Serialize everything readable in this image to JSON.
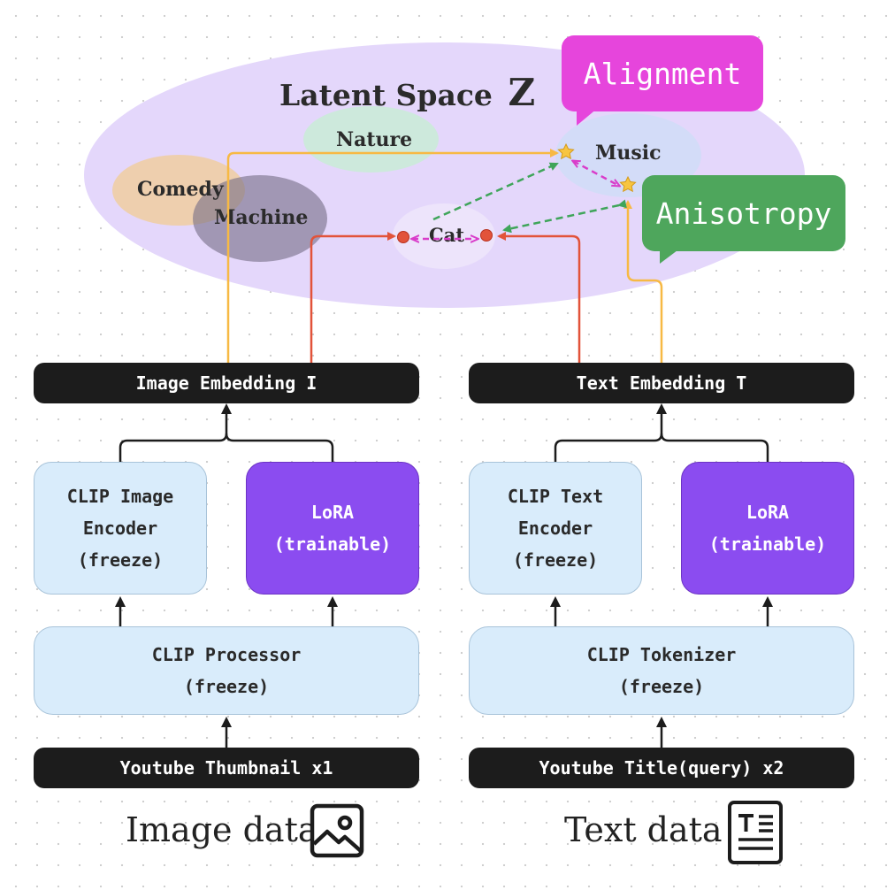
{
  "latent": {
    "title": "Latent Space",
    "symbol": "Z",
    "clusters": {
      "nature": "Nature",
      "comedy": "Comedy",
      "machine": "Machine",
      "music": "Music",
      "cat": "Cat"
    }
  },
  "callouts": {
    "alignment": "Alignment",
    "anisotropy": "Anisotropy"
  },
  "image_branch": {
    "embedding": "Image Embedding I",
    "encoder": "CLIP Image\nEncoder\n(freeze)",
    "lora": "LoRA\n(trainable)",
    "processor": "CLIP Processor\n(freeze)",
    "input": "Youtube Thumbnail x1",
    "caption": "Image data"
  },
  "text_branch": {
    "embedding": "Text Embedding T",
    "encoder": "CLIP Text\nEncoder\n(freeze)",
    "lora": "LoRA\n(trainable)",
    "tokenizer": "CLIP Tokenizer\n(freeze)",
    "input": "Youtube Title(query) x2",
    "caption": "Text data"
  },
  "colors": {
    "latent_ellipse": "#e4d7fb",
    "alignment": "#e645dc",
    "anisotropy": "#4ea65c",
    "orange_path": "#f7b944",
    "red_path": "#e2533a",
    "green_dashed": "#3fa55a",
    "magenta_dashed": "#d93dca",
    "lora": "#8b4cf0",
    "frozen": "#d9ecfb"
  }
}
